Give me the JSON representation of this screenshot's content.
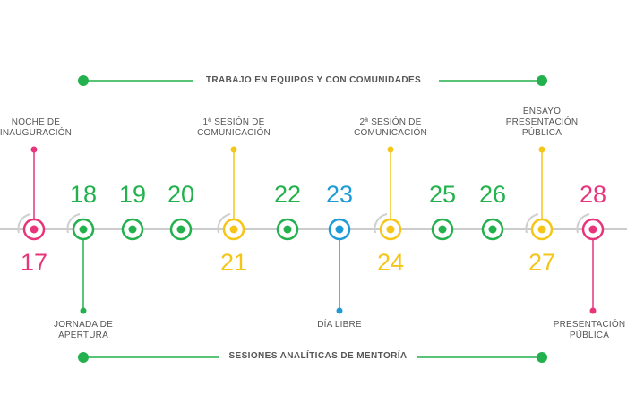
{
  "colors": {
    "pink": "#e6357a",
    "green": "#22b14c",
    "yellow": "#f5c518",
    "blue": "#1e9bd7",
    "line": "#bbbbbb",
    "text": "#555555"
  },
  "bands": {
    "top": {
      "label": "TRABAJO EN EQUIPOS Y CON COMUNIDADES",
      "color": "green"
    },
    "bottom": {
      "label": "SESIONES ANALÍTICAS DE MENTORÍA",
      "color": "green"
    }
  },
  "days": [
    {
      "day": "17",
      "color": "pink",
      "num_pos": "below",
      "ring": true,
      "label": "NOCHE DE\nINAUGURACIÓN",
      "label_pos": "above"
    },
    {
      "day": "18",
      "color": "green",
      "num_pos": "above",
      "ring": true,
      "label": "JORNADA DE\nAPERTURA",
      "label_pos": "below"
    },
    {
      "day": "19",
      "color": "green",
      "num_pos": "above",
      "ring": false,
      "label": "",
      "label_pos": ""
    },
    {
      "day": "20",
      "color": "green",
      "num_pos": "above",
      "ring": false,
      "label": "",
      "label_pos": ""
    },
    {
      "day": "21",
      "color": "yellow",
      "num_pos": "below",
      "ring": true,
      "label": "1ª SESIÓN DE\nCOMUNICACIÓN",
      "label_pos": "above"
    },
    {
      "day": "22",
      "color": "green",
      "num_pos": "above",
      "ring": false,
      "label": "",
      "label_pos": ""
    },
    {
      "day": "23",
      "color": "blue",
      "num_pos": "above",
      "ring": false,
      "label": "DÍA LIBRE",
      "label_pos": "below"
    },
    {
      "day": "24",
      "color": "yellow",
      "num_pos": "below",
      "ring": true,
      "label": "2ª SESIÓN DE\nCOMUNICACIÓN",
      "label_pos": "above"
    },
    {
      "day": "25",
      "color": "green",
      "num_pos": "above",
      "ring": false,
      "label": "",
      "label_pos": ""
    },
    {
      "day": "26",
      "color": "green",
      "num_pos": "above",
      "ring": false,
      "label": "",
      "label_pos": ""
    },
    {
      "day": "27",
      "color": "yellow",
      "num_pos": "below",
      "ring": true,
      "label": "ENSAYO\nPRESENTACIÓN\nPÚBLICA",
      "label_pos": "above"
    },
    {
      "day": "28",
      "color": "pink",
      "num_pos": "above",
      "ring": true,
      "label": "PRESENTACIÓN\nPÚBLICA",
      "label_pos": "below"
    }
  ]
}
